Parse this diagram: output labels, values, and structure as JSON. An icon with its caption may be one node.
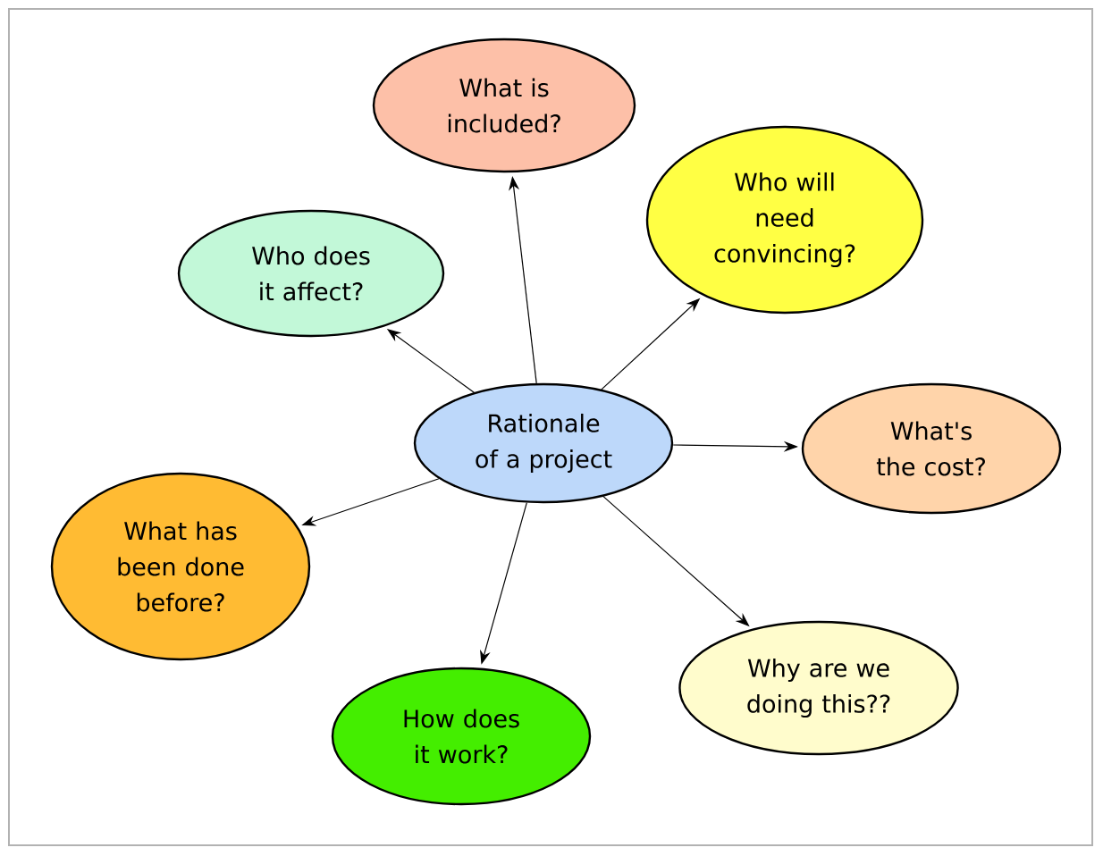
{
  "diagram": {
    "nodes": [
      {
        "text": [
          "Rationale of a project"
        ]
      },
      {
        "text": [
          "What is included?"
        ]
      },
      {
        "text": [
          "Who will need convincing?"
        ]
      },
      {
        "text": [
          "Who does it affect?"
        ]
      },
      {
        "text": [
          "What's the cost?"
        ]
      },
      {
        "text": [
          "What has been done before?"
        ]
      },
      {
        "text": [
          "Why are we doing this??"
        ]
      },
      {
        "text": [
          "How does it work?"
        ]
      }
    ],
    "edges": [
      {
        "from": 0,
        "to": 1,
        "arrow": "to"
      },
      {
        "from": 0,
        "to": 2,
        "arrow": "to"
      },
      {
        "from": 0,
        "to": 3,
        "arrow": "to"
      },
      {
        "from": 0,
        "to": 4,
        "arrow": "to"
      },
      {
        "from": 0,
        "to": 5,
        "arrow": "to"
      },
      {
        "from": 0,
        "to": 6,
        "arrow": "to"
      },
      {
        "from": 0,
        "to": 7,
        "arrow": "to"
      }
    ]
  }
}
